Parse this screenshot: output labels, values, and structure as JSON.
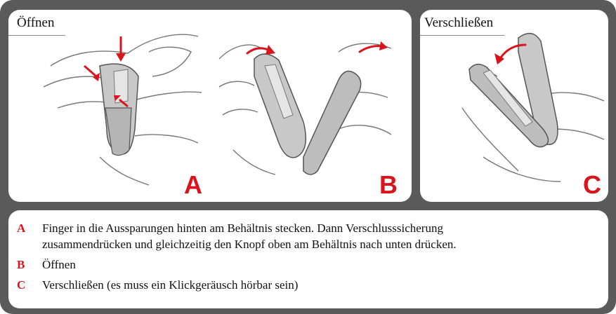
{
  "panels": {
    "open_heading": "Öffnen",
    "close_heading": "Verschließen",
    "labels": {
      "a": "A",
      "b": "B",
      "c": "C"
    }
  },
  "captions": [
    {
      "letter": "A",
      "text": "Finger in die Aussparungen hinten am Behältnis stecken. Dann Verschlusssicherung",
      "text2": "zusammendrücken und gleichzeitig den Knopf oben am Behältnis nach unten drücken."
    },
    {
      "letter": "B",
      "text": "Öffnen"
    },
    {
      "letter": "C",
      "text": "Verschließen (es muss ein Klickgeräusch hörbar sein)"
    }
  ],
  "colors": {
    "frame": "#5a5a5a",
    "accent": "#d9141c",
    "device": "#c8c8c8",
    "outline": "#555555"
  }
}
